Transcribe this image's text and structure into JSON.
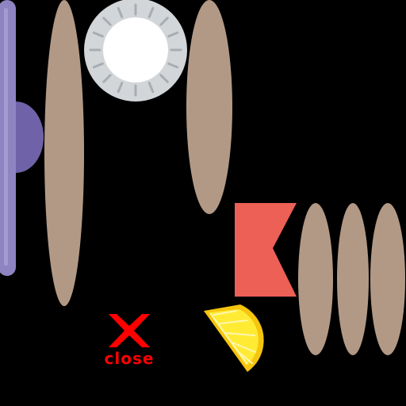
{
  "scene": {
    "background": "#000000",
    "objects": [
      {
        "name": "purple-plate-icon",
        "kind": "plate",
        "color": "#8E84C2",
        "shade": "#6F62A8"
      },
      {
        "name": "bread-loaf-icon",
        "kind": "bread",
        "color": "#B29986"
      },
      {
        "name": "dinner-plate-icon",
        "kind": "plate",
        "color": "#FFFFFF",
        "rim": "#D3D6D9"
      },
      {
        "name": "bread-loaf-icon",
        "kind": "bread",
        "color": "#B29986"
      },
      {
        "name": "red-flag-icon",
        "kind": "flag",
        "color": "#EC6056"
      },
      {
        "name": "bread-loaf-icon",
        "kind": "bread",
        "color": "#B29986"
      },
      {
        "name": "bread-loaf-icon",
        "kind": "bread",
        "color": "#B29986"
      },
      {
        "name": "bread-loaf-icon",
        "kind": "bread",
        "color": "#B29986"
      },
      {
        "name": "lemon-slice-icon",
        "kind": "lemon",
        "color": "#FFEB33",
        "rind": "#F5C50F"
      }
    ]
  },
  "close": {
    "label": "close",
    "icon": "close-icon",
    "color": "#FF0000"
  }
}
